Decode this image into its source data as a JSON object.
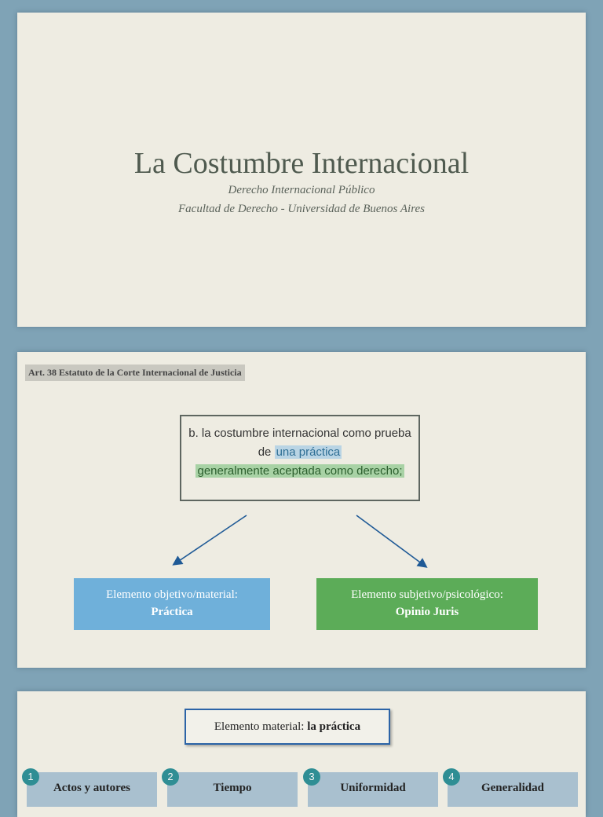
{
  "slide1": {
    "title": "La Costumbre Internacional",
    "subtitle_line1": "Derecho Internacional Público",
    "subtitle_line2": "Facultad de Derecho - Universidad de Buenos Aires"
  },
  "slide2": {
    "tag": "Art. 38 Estatuto de la Corte Internacional de Justicia",
    "quote": {
      "part1": "b. la costumbre internacional como prueba de ",
      "highlight_blue": "una práctica",
      "highlight_green": "generalmente aceptada como derecho;"
    },
    "objective": {
      "label": "Elemento objetivo/material:",
      "value": "Práctica"
    },
    "subjective": {
      "label": "Elemento subjetivo/psicológico:",
      "value": "Opinio Juris"
    },
    "colors": {
      "objective": "#6fb0da",
      "subjective": "#5cac58",
      "arrow": "#1f5a96"
    }
  },
  "slide3": {
    "heading_prefix": "Elemento material: ",
    "heading_strong": "la práctica",
    "items": [
      {
        "num": "1",
        "label": "Actos y autores"
      },
      {
        "num": "2",
        "label": "Tiempo"
      },
      {
        "num": "3",
        "label": "Uniformidad"
      },
      {
        "num": "4",
        "label": "Generalidad"
      }
    ]
  }
}
